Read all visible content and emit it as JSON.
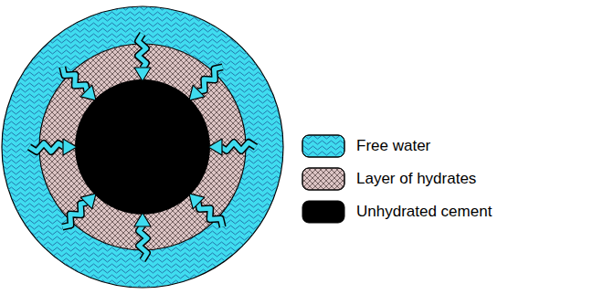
{
  "diagram": {
    "legend": [
      {
        "text": "Free water",
        "color": "#3fdcef"
      },
      {
        "text": "Layer of hydrates",
        "color": "#dcc4c4"
      },
      {
        "text": "Unhydrated cement",
        "color": "#000000"
      }
    ]
  }
}
